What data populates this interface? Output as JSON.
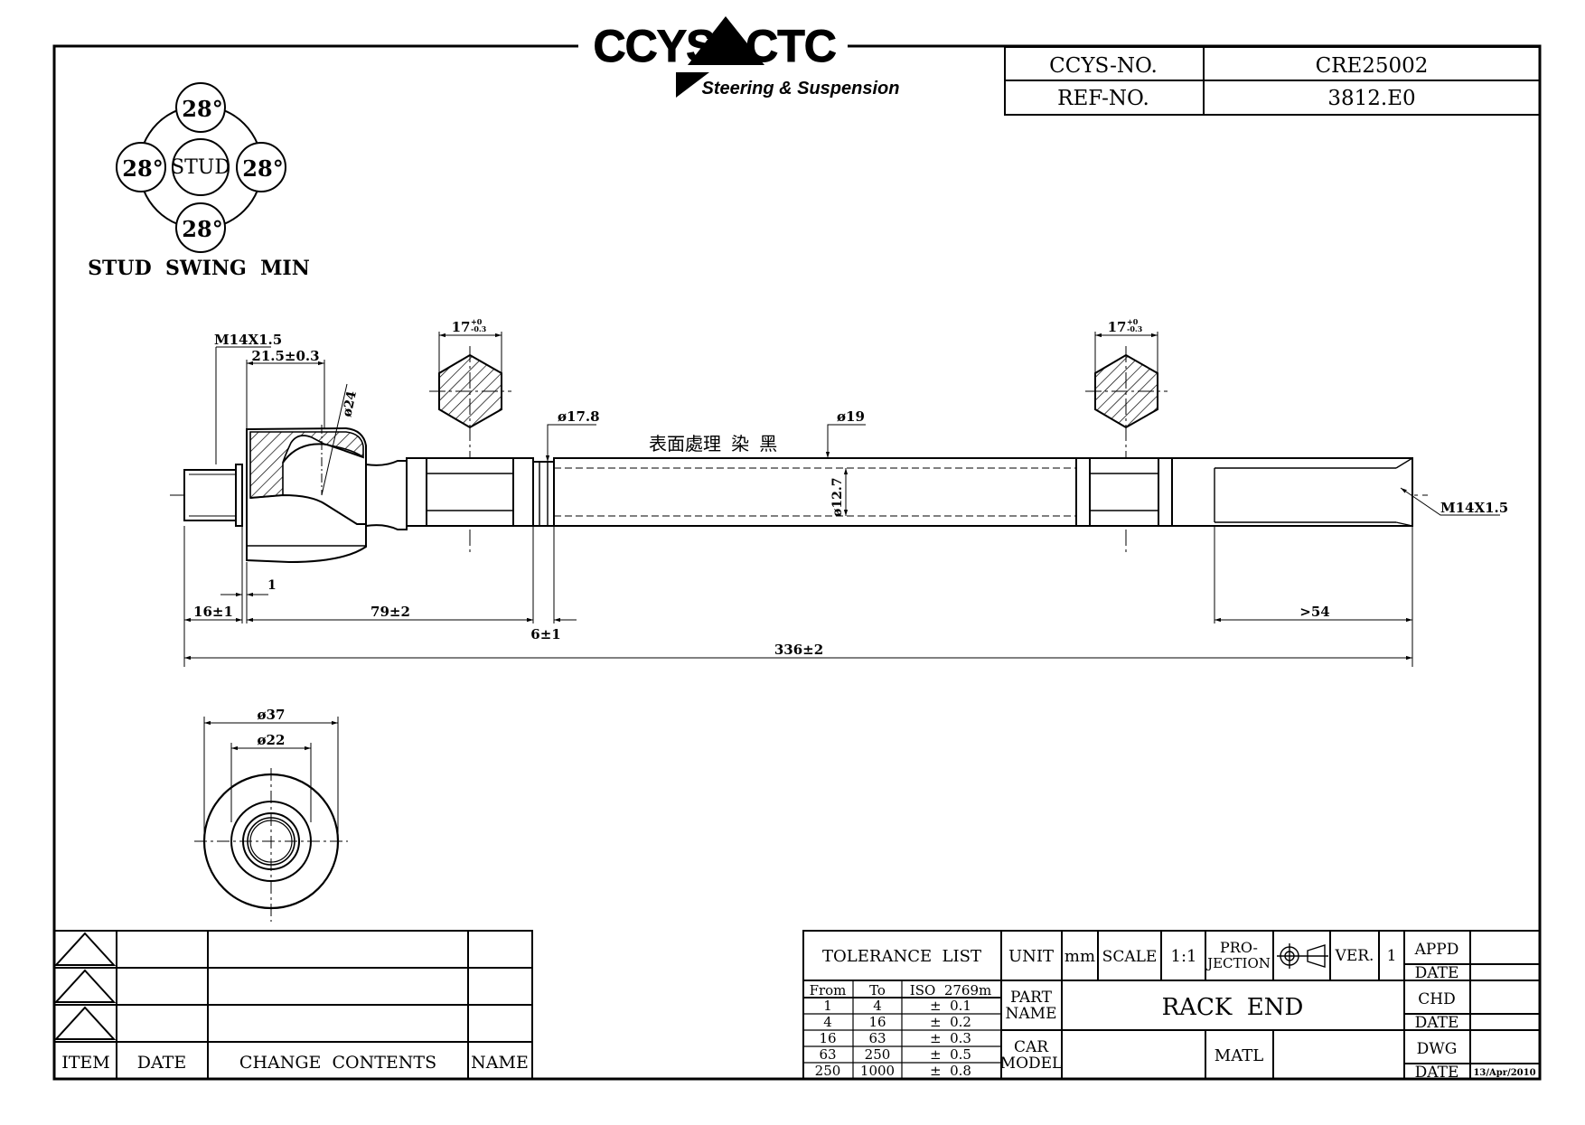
{
  "header": {
    "brand_left": "CCYS",
    "brand_right": "CTC",
    "brand_tagline": "Steering & Suspension",
    "ccys_no_label": "CCYS-NO.",
    "ccys_no_value": "CRE25002",
    "ref_no_label": "REF-NO.",
    "ref_no_value": "3812.E0"
  },
  "swing": {
    "top": "28°",
    "left": "28°",
    "center": "STUD",
    "right": "28°",
    "bottom": "28°",
    "caption": "STUD  SWING  MIN"
  },
  "dimensions": {
    "thread_left": "M14X1.5",
    "housing_len": "21.5±0.3",
    "ball_dia": "ø24",
    "hex_left": "17",
    "hex_right": "17",
    "hex_tol_upper": "+0",
    "hex_tol_lower": "-0.3",
    "collar_dia": "ø17.8",
    "shaft_dia": "ø19",
    "surface_note": "表面處理  染  黑",
    "inner_dia": "ø12.7",
    "thread_right": "M14X1.5",
    "stud_len": "16±1",
    "gap": "1",
    "body_len": "79±2",
    "collar_len": "6±1",
    "thread_len": ">54",
    "overall_len": "336±2",
    "outer_dia": "ø37",
    "bore_dia": "ø22"
  },
  "revision_table": {
    "headers": [
      "ITEM",
      "DATE",
      "CHANGE  CONTENTS",
      "NAME"
    ]
  },
  "title_block": {
    "tolerance_title": "TOLERANCE  LIST",
    "tol_headers": [
      "From",
      "To",
      "ISO  2769m"
    ],
    "tol_rows": [
      [
        "1",
        "4",
        "±  0.1"
      ],
      [
        "4",
        "16",
        "±  0.2"
      ],
      [
        "16",
        "63",
        "±  0.3"
      ],
      [
        "63",
        "250",
        "±  0.5"
      ],
      [
        "250",
        "1000",
        "±  0.8"
      ]
    ],
    "unit_label": "UNIT",
    "unit_value": "mm",
    "scale_label": "SCALE",
    "scale_value": "1:1",
    "projection_label_1": "PRO-",
    "projection_label_2": "JECTION",
    "ver_label": "VER.",
    "ver_value": "1",
    "part_name_label_1": "PART",
    "part_name_label_2": "NAME",
    "part_name_value": "RACK  END",
    "car_model_label_1": "CAR",
    "car_model_label_2": "MODEL",
    "matl_label": "MATL",
    "appd_label": "APPD",
    "chd_label": "CHD",
    "dwg_label": "DWG",
    "date_label": "DATE",
    "dwg_date": "13/Apr/2010"
  }
}
